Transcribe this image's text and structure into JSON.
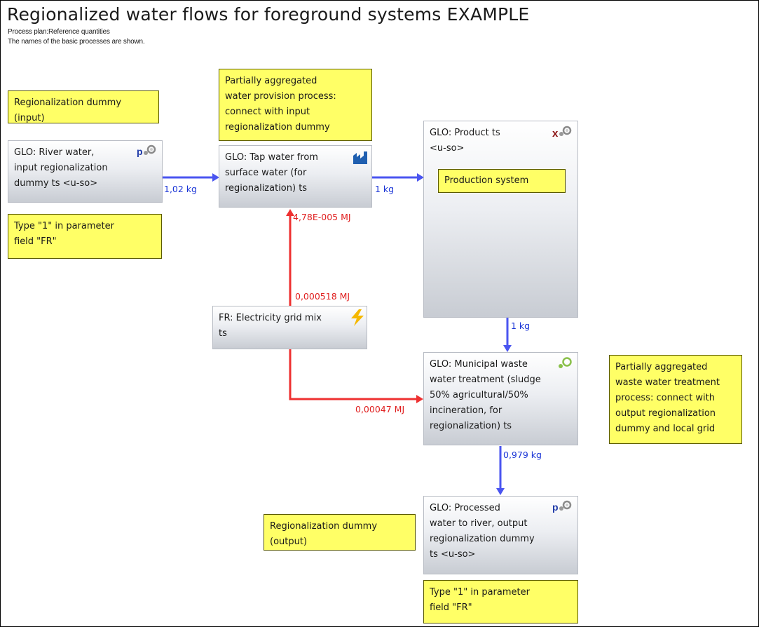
{
  "title": "Regionalized water flows for foreground systems EXAMPLE",
  "subtitle_line1": "Process plan:Reference quantities",
  "subtitle_line2": "The names of the basic processes are shown.",
  "processes": {
    "river_water": "GLO: River water,\ninput regionalization\ndummy ts <u-so>",
    "tap_water": "GLO: Tap water from\nsurface water (for\nregionalization) ts",
    "product": "GLO: Product ts\n<u-so>",
    "electricity": "FR: Electricity grid mix\nts",
    "waste_water": "GLO: Municipal waste\nwater treatment (sludge\n50% agricultural/50%\nincineration, for\nregionalization) ts",
    "processed_water": "GLO: Processed\nwater to river, output\nregionalization dummy\nts <u-so>"
  },
  "notes": {
    "reg_dummy_input": "Regionalization dummy\n(input)",
    "partial_water_provision": "Partially aggregated\nwater provision process:\nconnect with input\nregionalization dummy",
    "type1_top": "Type \"1\" in parameter\nfield \"FR\"",
    "production_system": "Production system",
    "partial_waste_water": "Partially aggregated\nwaste water treatment\nprocess: connect with\noutput regionalization\ndummy and local grid",
    "reg_dummy_output": "Regionalization dummy\n(output)",
    "type1_bottom": "Type \"1\" in parameter\nfield \"FR\""
  },
  "flows": {
    "river_to_tap": "1,02 kg",
    "tap_to_product": "1 kg",
    "elec_to_tap": "4,78E-005 MJ",
    "elec_out": "0,000518 MJ",
    "elec_to_waste": "0,00047 MJ",
    "product_to_waste": "1 kg",
    "waste_to_processed": "0,979 kg"
  },
  "colors": {
    "water_flow": "#4a55f0",
    "energy_flow": "#ee3030",
    "note_bg": "#ffff66"
  },
  "icons": [
    "parameter-gear-icon",
    "factory-icon",
    "x-gear-icon",
    "lightning-icon",
    "gear-icon"
  ]
}
